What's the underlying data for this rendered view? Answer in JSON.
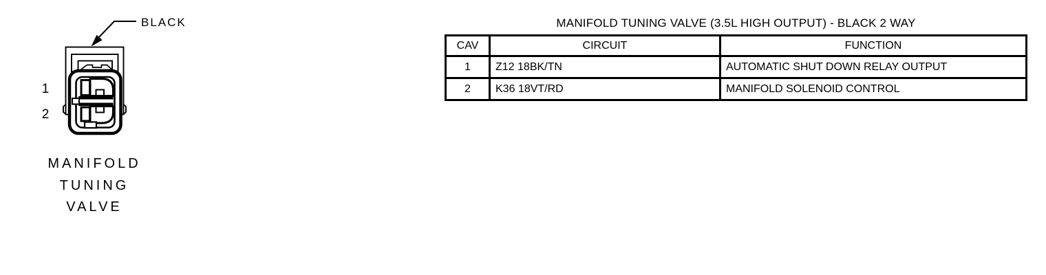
{
  "page": {
    "background": "#ffffff",
    "ink": "#000000"
  },
  "connector": {
    "color_label": "BLACK",
    "pins": [
      "1",
      "2"
    ],
    "caption_lines": [
      "MANIFOLD",
      "TUNING",
      "VALVE"
    ]
  },
  "table": {
    "title": "MANIFOLD TUNING VALVE (3.5L HIGH OUTPUT) - BLACK 2 WAY",
    "headers": [
      "CAV",
      "CIRCUIT",
      "FUNCTION"
    ],
    "rows": [
      {
        "cav": "1",
        "circuit": "Z12 18BK/TN",
        "function": "AUTOMATIC SHUT DOWN RELAY OUTPUT"
      },
      {
        "cav": "2",
        "circuit": "K36 18VT/RD",
        "function": "MANIFOLD SOLENOID CONTROL"
      }
    ]
  }
}
